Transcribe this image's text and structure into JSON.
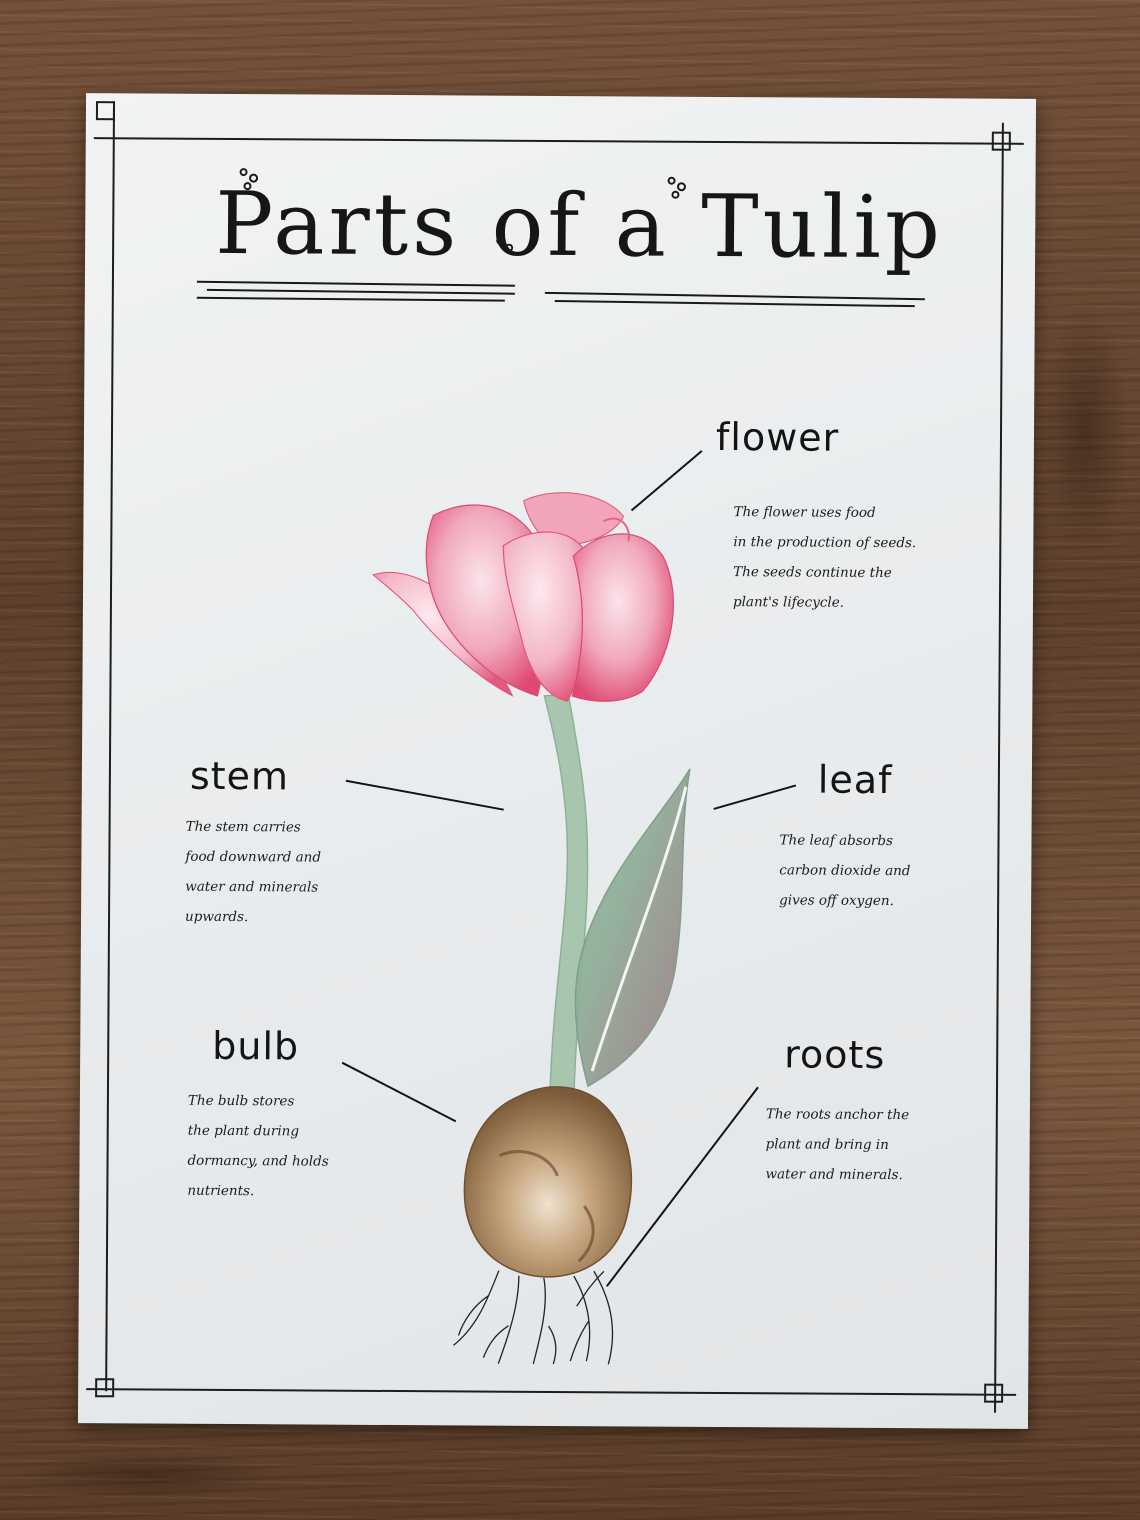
{
  "title": "Parts of a Tulip",
  "parts": {
    "flower": {
      "label": "flower",
      "description": "The flower uses food\nin the production of seeds.\nThe seeds continue the\nplant's lifecycle."
    },
    "stem": {
      "label": "stem",
      "description": "The stem carries\nfood downward and\nwater and minerals\nupwards."
    },
    "leaf": {
      "label": "leaf",
      "description": "The leaf absorbs\ncarbon dioxide and\ngives off oxygen."
    },
    "bulb": {
      "label": "bulb",
      "description": "The bulb stores\nthe plant during\ndormancy, and holds\nnutrients."
    },
    "roots": {
      "label": "roots",
      "description": "The roots anchor the\nplant and bring in\nwater and minerals."
    }
  },
  "colors": {
    "petal": "#e4577b",
    "petal_light": "#f7cfd9",
    "stem": "#9fbfa5",
    "leaf": "#7fa88a",
    "bulb": "#9a7a55",
    "ink": "#161616",
    "paper": "#eceff1"
  }
}
